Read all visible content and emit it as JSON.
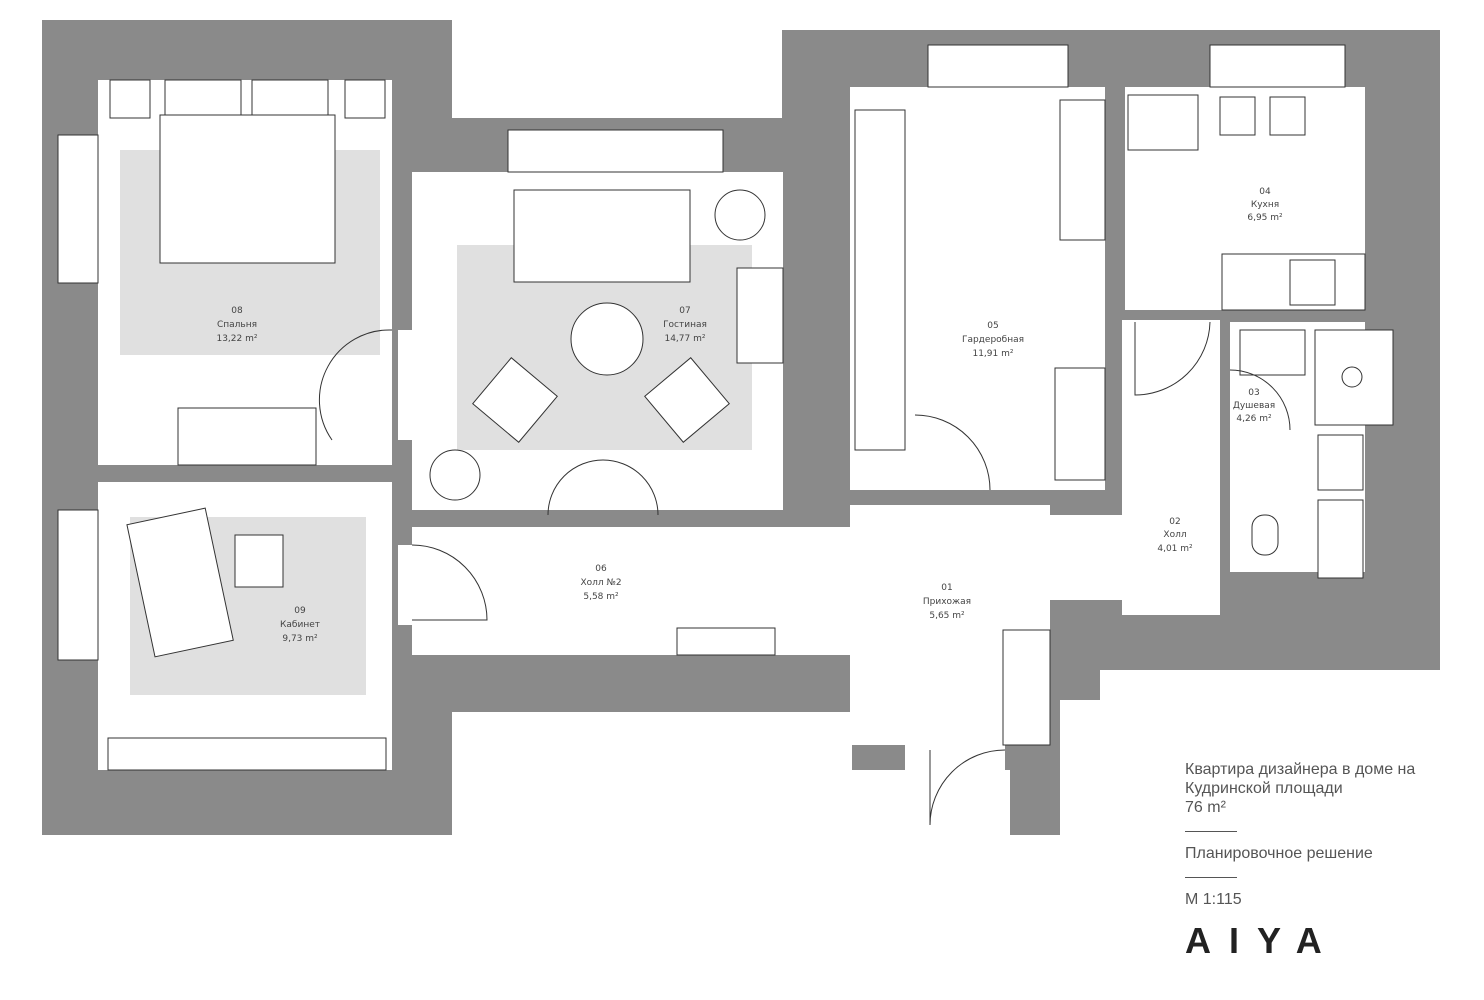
{
  "colors": {
    "wall": "#8a8a8a",
    "rug": "#e0e0e0",
    "line": "#333333"
  },
  "rooms": [
    {
      "num": "01",
      "name": "Прихожая",
      "area": "5,65 m²"
    },
    {
      "num": "02",
      "name": "Холл",
      "area": "4,01 m²"
    },
    {
      "num": "03",
      "name": "Душевая",
      "area": "4,26 m²"
    },
    {
      "num": "04",
      "name": "Кухня",
      "area": "6,95 m²"
    },
    {
      "num": "05",
      "name": "Гардеробная",
      "area": "11,91 m²"
    },
    {
      "num": "06",
      "name": "Холл №2",
      "area": "5,58 m²"
    },
    {
      "num": "07",
      "name": "Гостиная",
      "area": "14,77 m²"
    },
    {
      "num": "08",
      "name": "Спальня",
      "area": "13,22 m²"
    },
    {
      "num": "09",
      "name": "Кабинет",
      "area": "9,73 m²"
    }
  ],
  "info": {
    "title_line1": "Квартира дизайнера в доме на",
    "title_line2": "Кудринской площади",
    "total_area": "76 m²",
    "subtitle": "Планировочное решение",
    "scale": "М 1:115",
    "logo": "AIYA"
  }
}
